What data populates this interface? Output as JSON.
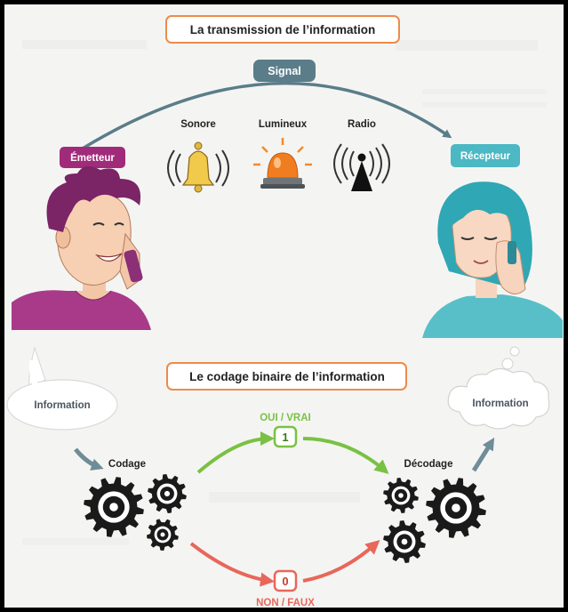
{
  "titles": {
    "transmission": "La transmission de l’information",
    "binary": "Le codage binaire de l’information"
  },
  "channel": {
    "signal": "Signal",
    "types": [
      "Sonore",
      "Lumineux",
      "Radio"
    ]
  },
  "parties": {
    "sender": "Émetteur",
    "receiver": "Récepteur"
  },
  "bubbles": {
    "sender": "Information",
    "receiver": "Information"
  },
  "coding": {
    "encode": "Codage",
    "decode": "Décodage",
    "bit_one": "1",
    "bit_zero": "0",
    "one_label": "OUI / VRAI",
    "zero_label": "NON / FAUX"
  },
  "colors": {
    "title_border": "#ef8a4a",
    "signal_badge": "#5b7d89",
    "sender_badge": "#a12b7b",
    "receiver_badge": "#4bb8c4",
    "green": "#7ac143",
    "red": "#e8675a",
    "gear": "#1a1a1a"
  }
}
